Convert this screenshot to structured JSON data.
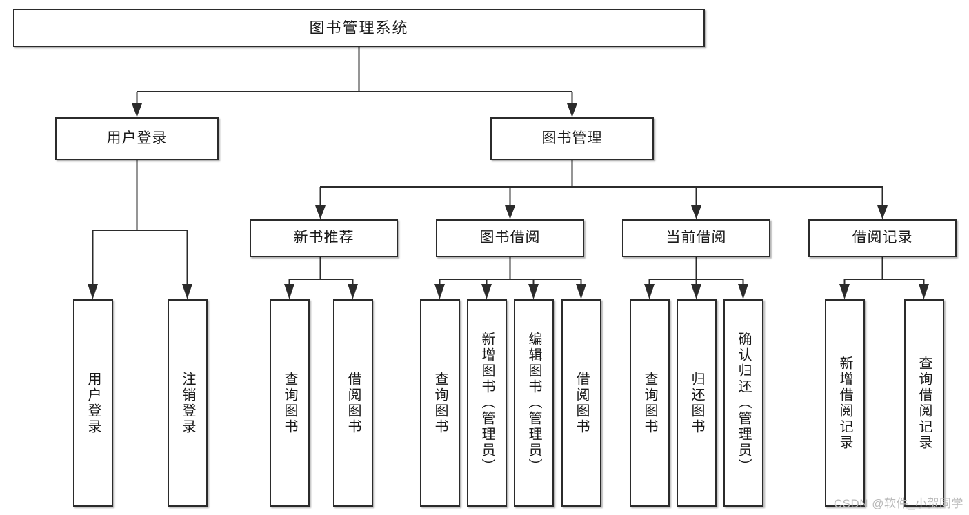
{
  "diagram": {
    "title": "图书管理系统",
    "watermark": "CSDN @软件_小贺同学",
    "colors": {
      "stroke": "#2b2b2b",
      "fill": "#ffffff",
      "text": "#1a1a1a",
      "watermark": "#b9b9b9"
    }
  },
  "nodes": {
    "root": {
      "label": "图书管理系统"
    },
    "level2": [
      {
        "id": "user-login",
        "label": "用户登录"
      },
      {
        "id": "book-manage",
        "label": "图书管理"
      }
    ],
    "level3": [
      {
        "id": "new-book-recommend",
        "label": "新书推荐"
      },
      {
        "id": "book-borrow",
        "label": "图书借阅"
      },
      {
        "id": "current-borrow",
        "label": "当前借阅"
      },
      {
        "id": "borrow-record",
        "label": "借阅记录"
      }
    ],
    "leaves": {
      "user-login": [
        {
          "id": "leaf-user-login",
          "label": "用户登录"
        },
        {
          "id": "leaf-logout-login",
          "label": "注销登录"
        }
      ],
      "new-book-recommend": [
        {
          "id": "leaf-query-book-1",
          "label": "查询图书"
        },
        {
          "id": "leaf-borrow-book-1",
          "label": "借阅图书"
        }
      ],
      "book-borrow": [
        {
          "id": "leaf-query-book-2",
          "label": "查询图书"
        },
        {
          "id": "leaf-add-book",
          "label": "新增图书（管理员）"
        },
        {
          "id": "leaf-edit-book",
          "label": "编辑图书（管理员）"
        },
        {
          "id": "leaf-borrow-book-2",
          "label": "借阅图书"
        }
      ],
      "current-borrow": [
        {
          "id": "leaf-query-book-3",
          "label": "查询图书"
        },
        {
          "id": "leaf-return-book",
          "label": "归还图书"
        },
        {
          "id": "leaf-confirm-return",
          "label": "确认归还（管理员）"
        }
      ],
      "borrow-record": [
        {
          "id": "leaf-add-record",
          "label": "新增借阅记录"
        },
        {
          "id": "leaf-query-record",
          "label": "查询借阅记录"
        }
      ]
    }
  }
}
